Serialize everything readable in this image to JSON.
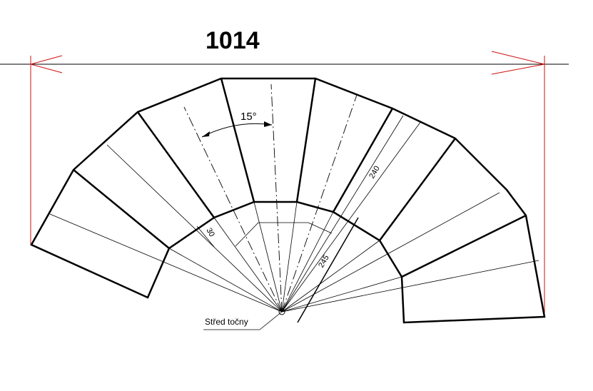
{
  "drawing": {
    "overall_width": "1014",
    "angle_label": "15°",
    "step_depth": "30",
    "radius_inner": "245",
    "radius_outer": "240",
    "center_label": "Střed točny"
  },
  "colors": {
    "dimension_red": "#d01010",
    "line_black": "#000000"
  }
}
